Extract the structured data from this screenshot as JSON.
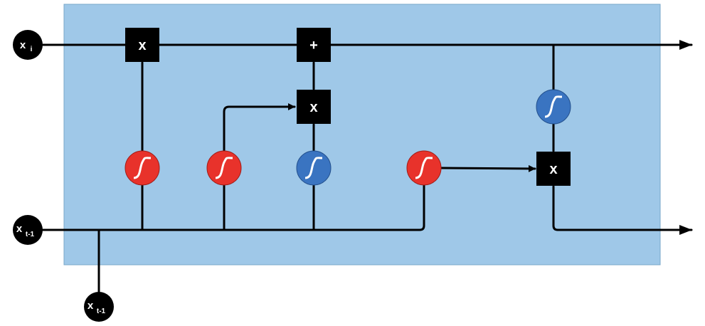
{
  "colors": {
    "panel_fill": "#9fc8e8",
    "panel_stroke": "#7aa7c9",
    "line": "#000000",
    "op_fill": "#000000",
    "sigmoid_red": "#e8322b",
    "sigmoid_blue": "#3a74c1"
  },
  "inputs": {
    "xi": {
      "base": "x",
      "sub": "i"
    },
    "xt1_left": {
      "base": "x",
      "sub": "t-1"
    },
    "xt1_bottom": {
      "base": "x",
      "sub": "t-1"
    }
  },
  "operators": {
    "mult_top": "x",
    "add_top": "+",
    "mult_mid": "x",
    "mult_right": "x"
  },
  "icons": {
    "sigmoid": "sigmoid-curve-icon",
    "arrow": "arrowhead-icon"
  }
}
